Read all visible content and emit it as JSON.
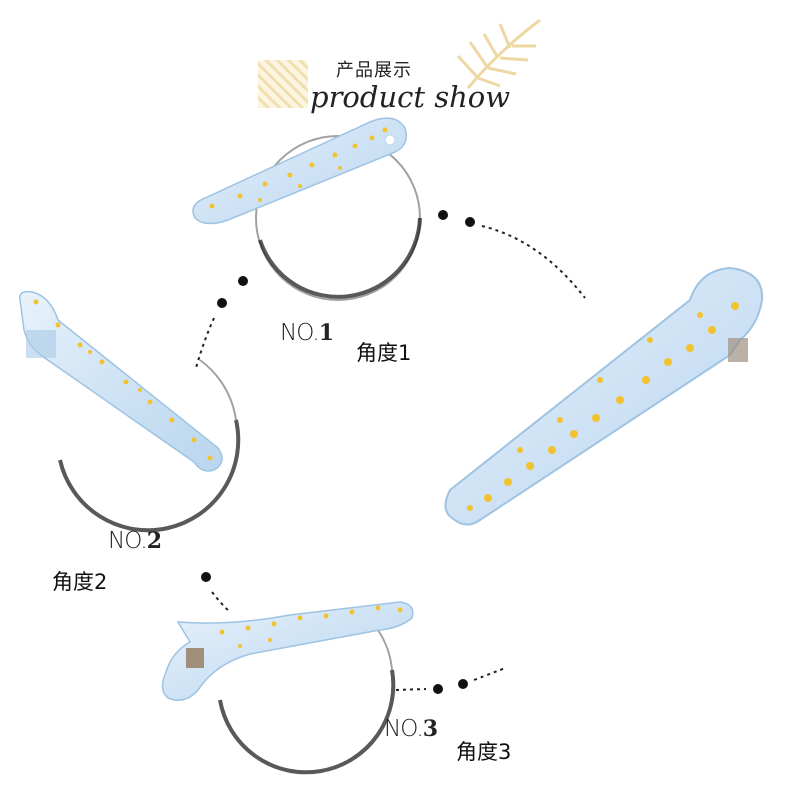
{
  "header": {
    "title_cn": "产品展示",
    "title_en": "product show"
  },
  "views": [
    {
      "no_prefix": "NO.",
      "no_num": "1",
      "angle": "角度1"
    },
    {
      "no_prefix": "NO.",
      "no_num": "2",
      "angle": "角度2"
    },
    {
      "no_prefix": "NO.",
      "no_num": "3",
      "angle": "角度3"
    }
  ],
  "colors": {
    "clip_blue": "#cfe3f5",
    "clip_edge": "#9ec3e3",
    "flower_yellow": "#f2c230",
    "decor_gold": "#f0dca8",
    "dot": "#111111"
  }
}
